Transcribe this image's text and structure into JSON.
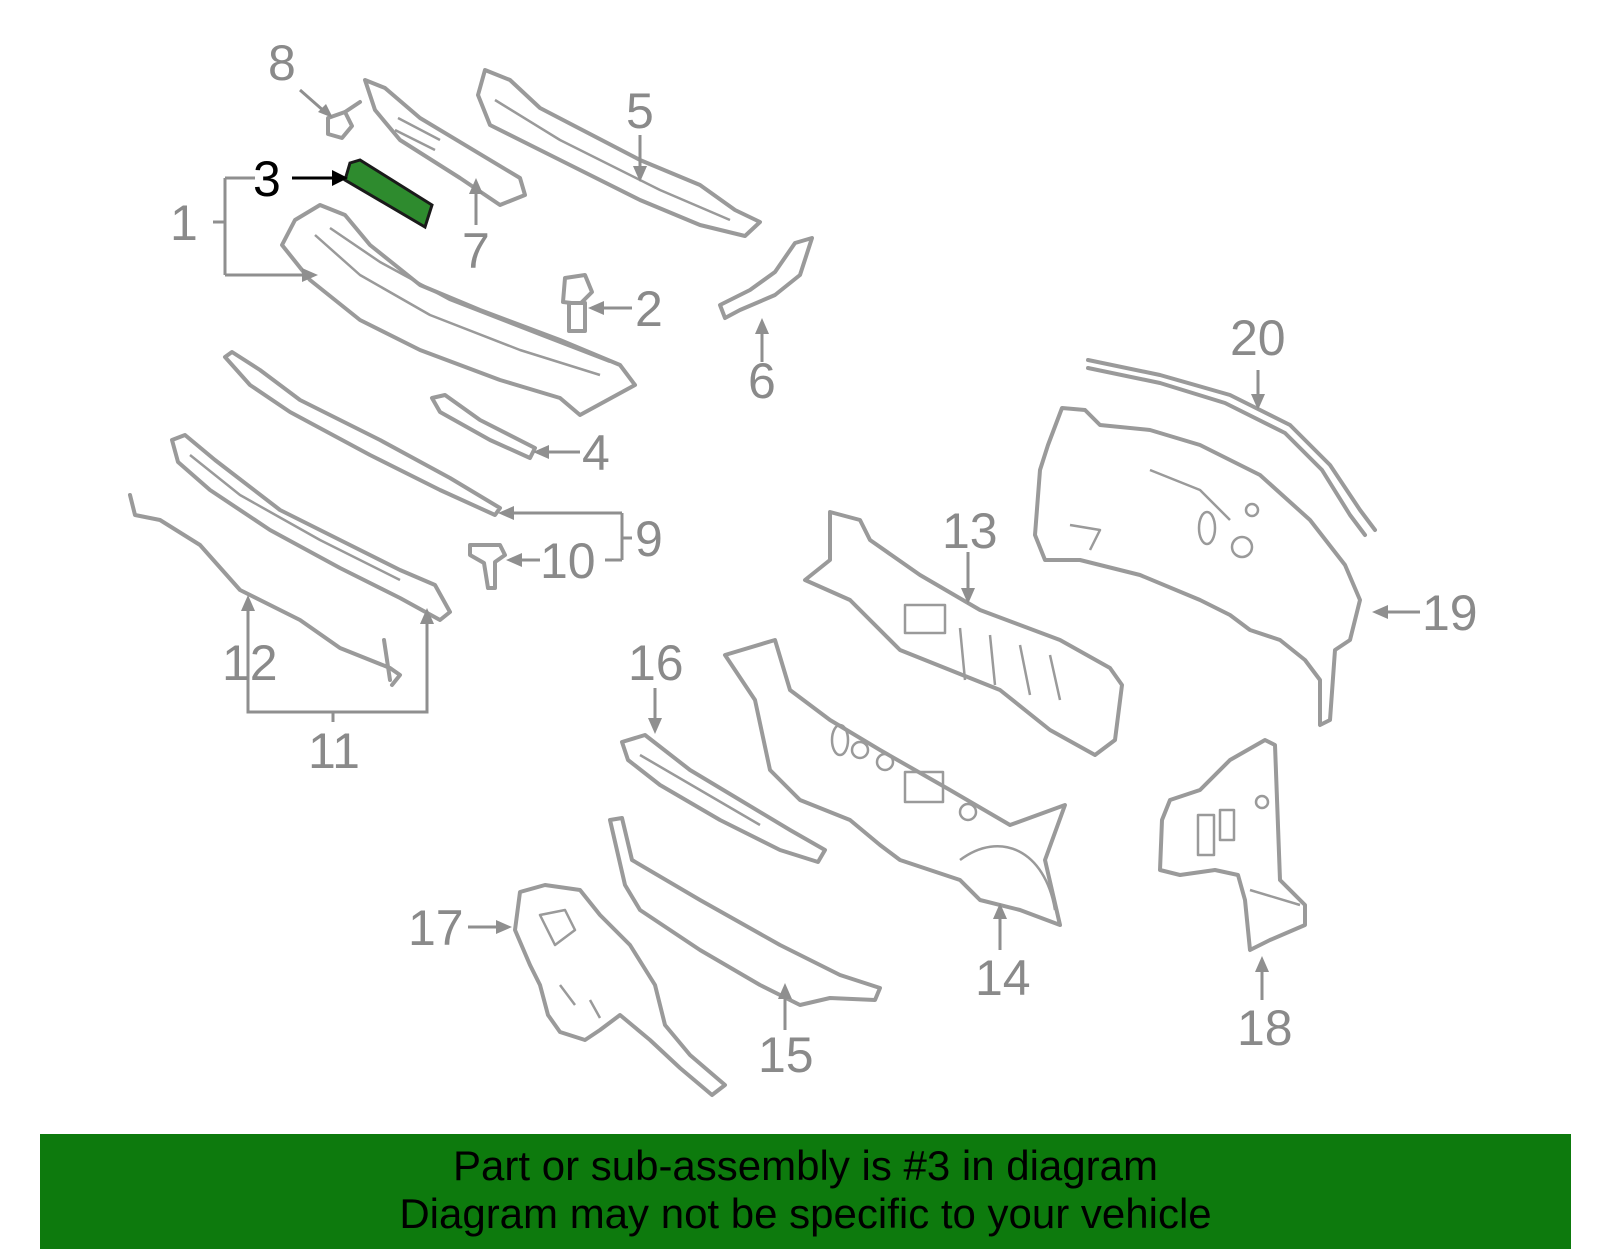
{
  "diagram": {
    "highlighted_part": "3",
    "highlight_color": "#0d7a0d",
    "callouts": [
      "1",
      "2",
      "3",
      "4",
      "5",
      "6",
      "7",
      "8",
      "9",
      "10",
      "11",
      "12",
      "13",
      "14",
      "15",
      "16",
      "17",
      "18",
      "19",
      "20"
    ]
  },
  "banner": {
    "line1": "Part or sub-assembly is #3 in diagram",
    "line2": "Diagram may not be specific to your vehicle",
    "background": "#0d7a0d"
  }
}
